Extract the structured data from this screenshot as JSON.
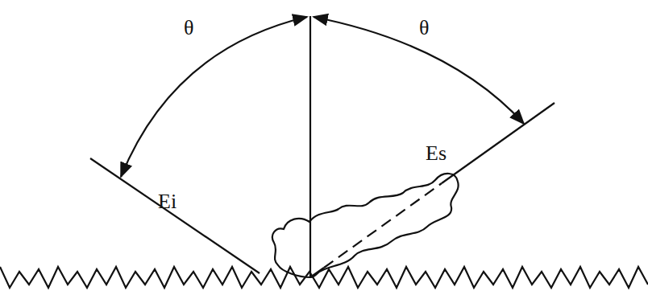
{
  "diagram": {
    "labels": [
      "θ",
      "θ",
      "Ei",
      "Es"
    ]
  }
}
